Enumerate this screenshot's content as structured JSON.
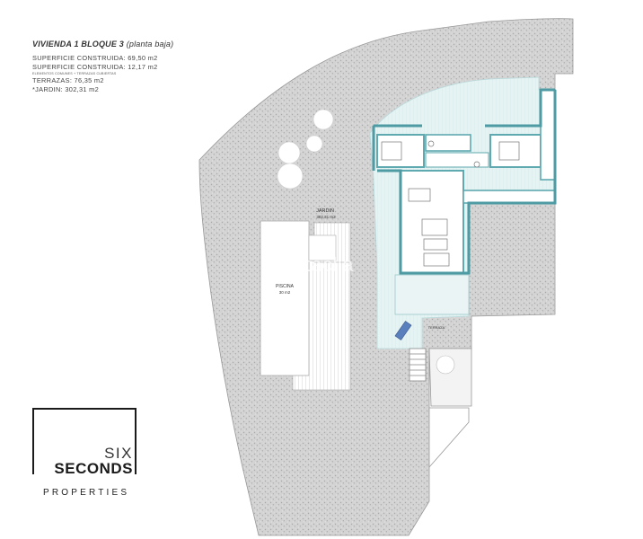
{
  "info": {
    "title": "VIVIENDA 1 BLOQUE 3",
    "title_note": "(planta baja)",
    "lines": [
      "SUPERFICIE CONSTRUIDA: 69,50 m2",
      "SUPERFICIE CONSTRUIDA: 12,17 m2"
    ],
    "small_note": "ELEMENTOS COMUNES + TERRAZAS CUBIERTAS",
    "lines2": [
      "TERRAZAS: 76,35 m2",
      "*JARDIN: 302,31 m2"
    ]
  },
  "plan_labels": {
    "garden": "JARDIN",
    "garden_area": "302,31 m2",
    "pool": "PISCINA",
    "pool_area": "30 m2",
    "terrace": "TERRAZA"
  },
  "watermark": "habitaclia",
  "logo": {
    "six": "SIX",
    "seconds": "SECONDS",
    "properties": "PROPERTIES"
  },
  "colors": {
    "garden_fill": "#d6d6d6",
    "terrace_fill": "#e4f2f2",
    "wall_color": "#5fa9b0",
    "logo_color": "#1b1b1b"
  }
}
